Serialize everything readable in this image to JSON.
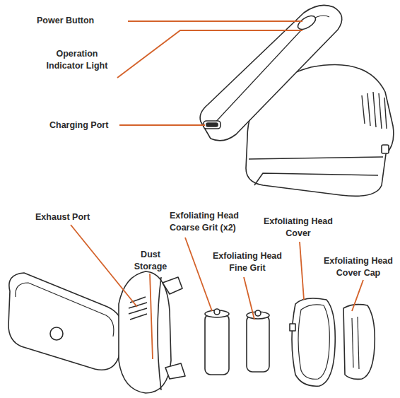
{
  "diagram": {
    "labels": [
      "Power Button",
      "Operation Indicator Light",
      "Charging Port",
      "Exhaust Port",
      "Dust Storage",
      "Exfoliating Head Coarse Grit (x2)",
      "Exfoliating Head Fine Grit",
      "Exfoliating Head Cover",
      "Exfoliating Head Cover Cap"
    ]
  }
}
